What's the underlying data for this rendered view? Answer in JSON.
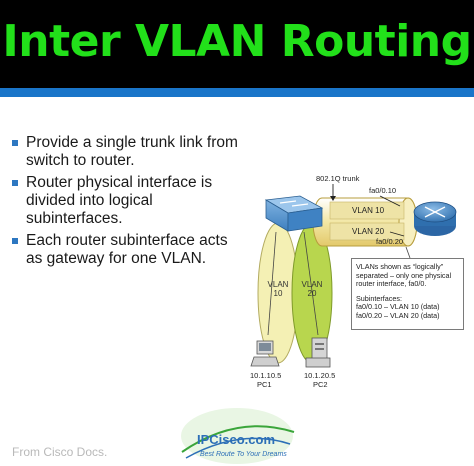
{
  "header": {
    "title": "Inter VLAN Routing"
  },
  "bullets": [
    "Provide a single trunk link from switch to router.",
    "Router physical interface is divided into logical subinterfaces.",
    "Each router subinterface acts as gateway for one VLAN."
  ],
  "diagram": {
    "trunk_label": "802.1Q trunk",
    "sub_top": "fa0/0.10",
    "sub_bottom": "fa0/0.20",
    "pipe_vlan_top": "VLAN 10",
    "pipe_vlan_bottom": "VLAN 20",
    "oval_left": [
      "VLAN",
      "10"
    ],
    "oval_right": [
      "VLAN",
      "20"
    ],
    "pc1_ip": "10.1.10.5",
    "pc1_name": "PC1",
    "pc2_ip": "10.1.20.5",
    "pc2_name": "PC2",
    "note": {
      "line1": "VLANs shown as “logically”",
      "line2": "separated – only one physical",
      "line3": "router interface, fa0/0.",
      "line4": "Subinterfaces:",
      "line5": "fa0/0.10 – VLAN 10 (data)",
      "line6": "fa0/0.20 – VLAN 20 (data)"
    }
  },
  "footer": {
    "source": "From Cisco Docs.",
    "logo": "IPCisco.com",
    "tagline": "Best Route To Your Dreams"
  },
  "colors": {
    "title": "#22e01a",
    "header_bg": "#000000",
    "accent_blue": "#1a75c9",
    "vlan10_oval": "#f4f0b4",
    "vlan20_oval": "#b8d64e"
  }
}
